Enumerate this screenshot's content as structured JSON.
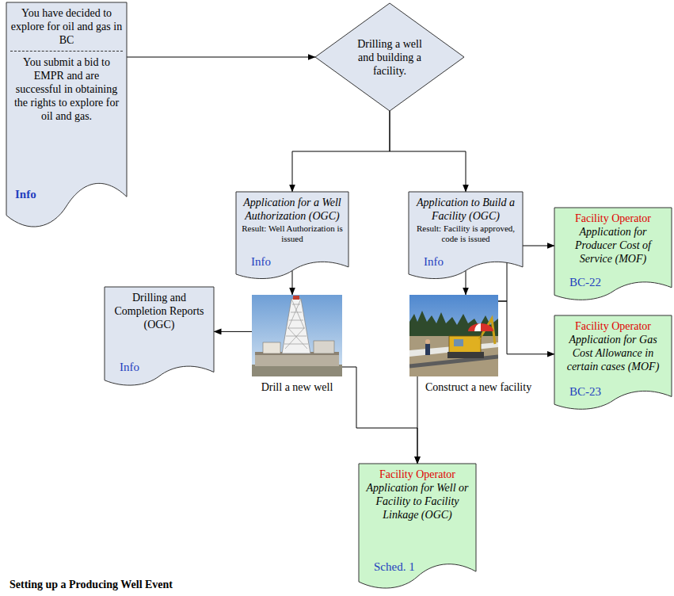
{
  "diagram": {
    "nodes": [
      {
        "text": [
          "You have decided to explore for oil and gas in BC",
          "You submit a bid to EMPR and are successful in obtaining the rights to explore for oil and gas.",
          "Info"
        ]
      },
      {
        "text": [
          "Drilling a well and building a facility."
        ]
      },
      {
        "text": [
          "Application for a Well Authorization (OGC)",
          "Result: Well Authorization is issued",
          "Info"
        ]
      },
      {
        "text": [
          "Application to Build a Facility (OGC)",
          "Result: Facility is approved, code is issued",
          "Info"
        ]
      },
      {
        "text": [
          "Facility Operator",
          "Application for Producer Cost of Service (MOF)",
          "BC-22"
        ]
      },
      {
        "text": [
          "Drilling and Completion Reports (OGC)",
          "Info"
        ]
      },
      {
        "text": [
          "Drill a new well"
        ]
      },
      {
        "text": [
          "Construct a new facility"
        ]
      },
      {
        "text": [
          "Facility Operator",
          "Application for Gas Cost Allowance in certain cases (MOF)",
          "BC-23"
        ]
      },
      {
        "text": [
          "Facility Operator",
          "Application for Well or Facility to Facility Linkage (OGC)",
          "Sched. 1"
        ]
      }
    ],
    "edges": [
      {
        "from": 0,
        "to": 1,
        "arrow": "to"
      },
      {
        "from": 1,
        "to": 2,
        "arrow": "to"
      },
      {
        "from": 1,
        "to": 3,
        "arrow": "to"
      },
      {
        "from": 2,
        "to": 6,
        "arrow": "to"
      },
      {
        "from": 3,
        "to": 7,
        "arrow": "to"
      },
      {
        "from": 6,
        "to": 5,
        "arrow": "to"
      },
      {
        "from": 7,
        "to": 4,
        "arrow": "to"
      },
      {
        "from": 7,
        "to": 8,
        "arrow": "to"
      },
      {
        "from": 6,
        "to": 9,
        "arrow": "to"
      },
      {
        "from": 7,
        "to": 9,
        "arrow": "to"
      }
    ],
    "labels": [
      "Setting up a Producing Well Event"
    ]
  }
}
